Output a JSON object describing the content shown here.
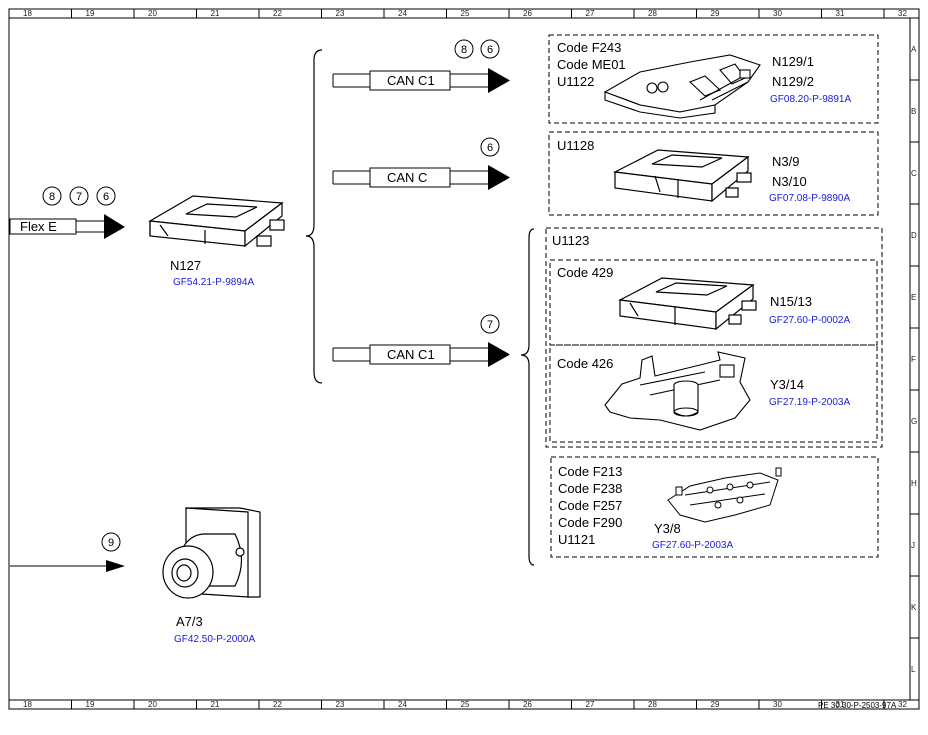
{
  "grid": {
    "columns": [
      "18",
      "19",
      "20",
      "21",
      "22",
      "23",
      "24",
      "25",
      "26",
      "27",
      "28",
      "29",
      "30",
      "31",
      "32"
    ],
    "rows": [
      "A",
      "B",
      "C",
      "D",
      "E",
      "F",
      "G",
      "H",
      "J",
      "K",
      "L"
    ]
  },
  "doc_code": "PE 30.30-P-2503-97A",
  "source": {
    "flex_label": "Flex E",
    "flex_markers": [
      "8",
      "7",
      "6"
    ],
    "lower_marker": "9"
  },
  "n127": {
    "code": "N127",
    "ref": "GF54.21-P-9894A"
  },
  "a73": {
    "code": "A7/3",
    "ref": "GF42.50-P-2000A"
  },
  "buses": [
    {
      "label": "CAN C1",
      "markers": [
        "8",
        "6"
      ]
    },
    {
      "label": "CAN C",
      "markers": [
        "6"
      ]
    },
    {
      "label": "CAN C1",
      "markers": [
        "7"
      ]
    }
  ],
  "box1": {
    "codes": [
      "Code F243",
      "Code ME01",
      "U1122"
    ],
    "comp1": "N129/1",
    "comp2": "N129/2",
    "ref": "GF08.20-P-9891A"
  },
  "box2": {
    "codes": [
      "U1128"
    ],
    "comp1": "N3/9",
    "comp2": "N3/10",
    "ref": "GF07.08-P-9890A"
  },
  "group": {
    "label": "U1123",
    "sub1": {
      "code": "Code 429",
      "comp": "N15/13",
      "ref": "GF27.60-P-0002A"
    },
    "sub2": {
      "code": "Code 426",
      "comp": "Y3/14",
      "ref": "GF27.19-P-2003A"
    }
  },
  "box4": {
    "codes": [
      "Code F213",
      "Code F238",
      "Code F257",
      "Code F290",
      "U1121"
    ],
    "comp": "Y3/8",
    "ref": "GF27.60-P-2003A"
  }
}
